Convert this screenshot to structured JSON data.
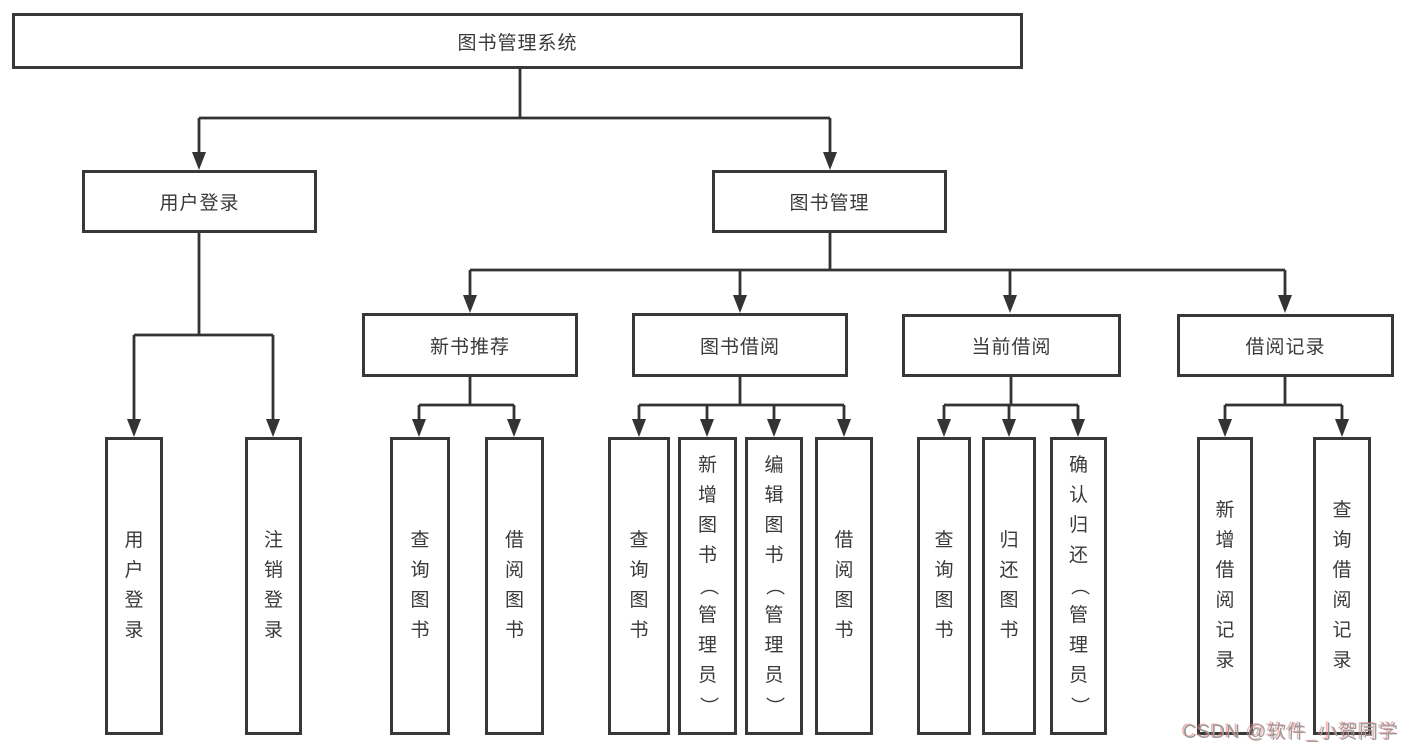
{
  "diagram": {
    "nodes": {
      "root": "图书管理系统",
      "login": "用户登录",
      "manage": "图书管理",
      "l3": [
        "新书推荐",
        "图书借阅",
        "当前借阅",
        "借阅记录"
      ],
      "leaves": [
        "用户登录",
        "注销登录",
        "查询图书",
        "借阅图书",
        "查询图书",
        "新增图书（管理员）",
        "编辑图书（管理员）",
        "借阅图书",
        "查询图书",
        "归还图书",
        "确认归还（管理员）",
        "新增借阅记录",
        "查询借阅记录"
      ]
    },
    "colors": {
      "line": "#333333",
      "box_border": "#383838",
      "text": "#3a3a3a",
      "background": "#ffffff"
    }
  },
  "watermark": {
    "text": "CSDN @软件_小贺同学",
    "color": "#9a9a9a",
    "shadow_color": "#eb7878"
  }
}
